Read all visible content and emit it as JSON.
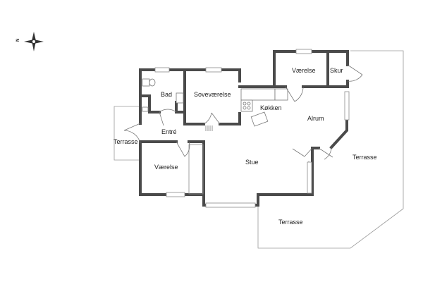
{
  "compass": {
    "north_label": "N",
    "icon": "compass-rose-icon"
  },
  "rooms": {
    "bad": "Bad",
    "sovevaerelse": "Soveværelse",
    "koekken": "Køkken",
    "vaerelse_top": "Værelse",
    "skur": "Skur",
    "alrum": "Alrum",
    "entre": "Entré",
    "terrasse_left": "Terrasse",
    "vaerelse_left": "Værelse",
    "stue": "Stue",
    "terrasse_right": "Terrasse",
    "terrasse_bottom": "Terrasse"
  },
  "colors": {
    "wall": "#4a4a4a",
    "terrace_outline": "#9a9a9a"
  }
}
